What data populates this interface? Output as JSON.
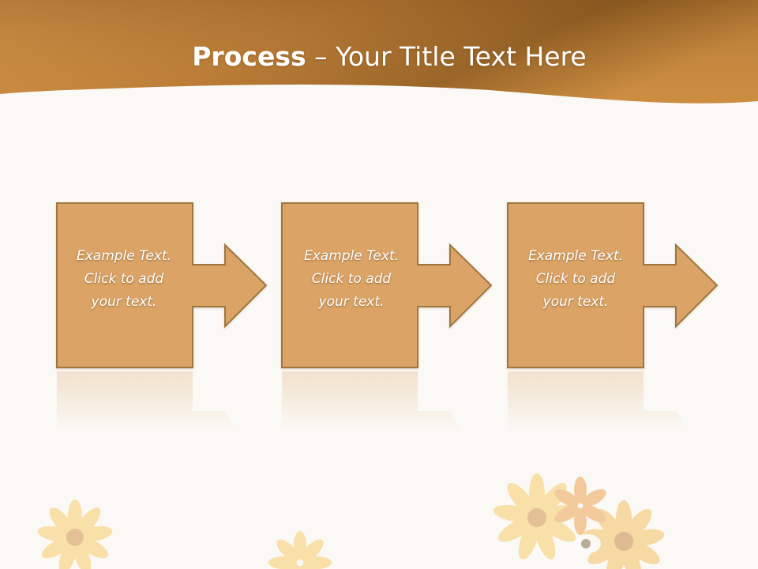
{
  "slide": {
    "title_bold": "Process",
    "title_rest": " – Your Title Text Here"
  },
  "steps": [
    {
      "lines": [
        "Example Text.",
        "Click  to add",
        "your text."
      ]
    },
    {
      "lines": [
        "Example Text.",
        "Click  to add",
        "your text."
      ]
    },
    {
      "lines": [
        "Example Text.",
        "Click  to add",
        "your text."
      ]
    }
  ],
  "colors": {
    "header_dark": "#8a5a22",
    "header_light": "#d89a48",
    "box_fill": "#dba466",
    "box_stroke": "#a07640",
    "background": "#fbf9f5"
  },
  "icons": [
    "flower-decoration-icon"
  ]
}
